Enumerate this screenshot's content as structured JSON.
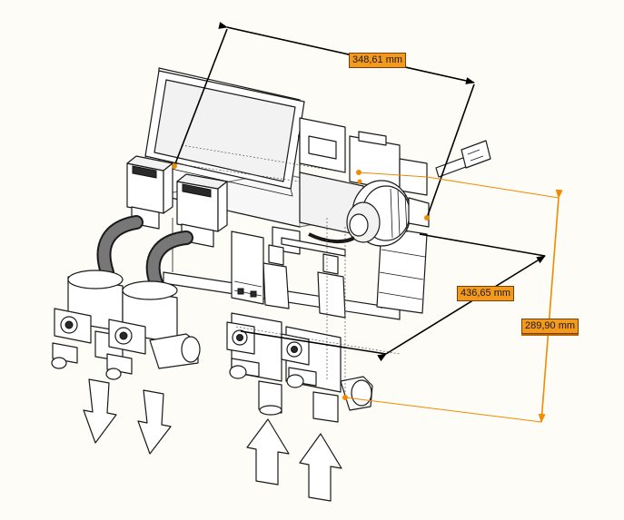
{
  "dimensions": {
    "width_label": "348,61 mm",
    "depth_label": "436,65 mm",
    "height_label": "289,90 mm"
  },
  "colors": {
    "background": "#fdfcf7",
    "dimension_black": "#000000",
    "dimension_orange": "#f08a00",
    "label_fill": "#f39a1e"
  }
}
